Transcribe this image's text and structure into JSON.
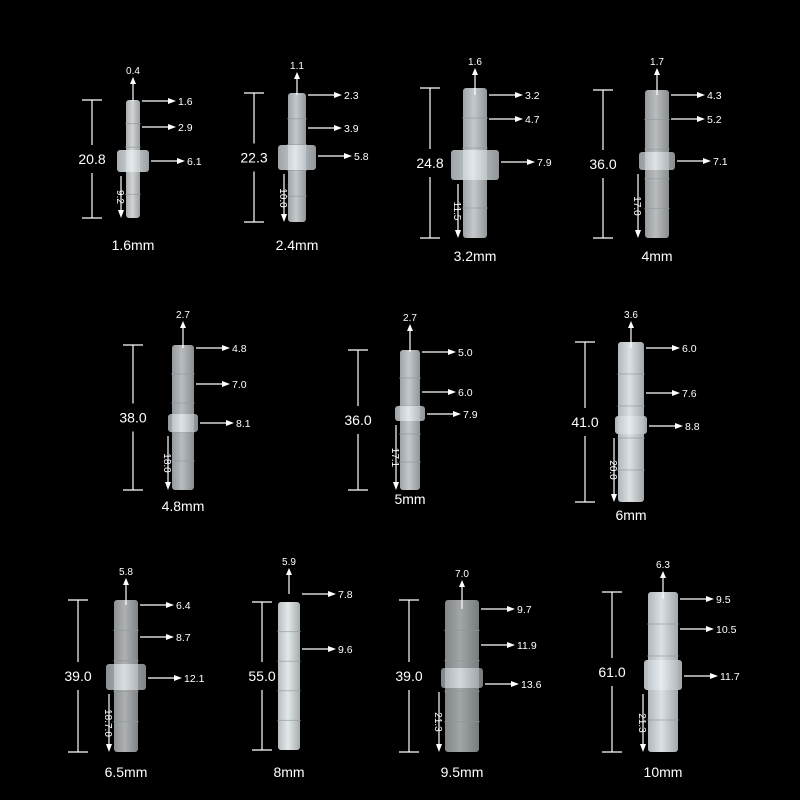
{
  "connectors": [
    {
      "size_label": "1.6mm",
      "total_length": "20.8",
      "half_length": "9.2",
      "tip": "0.4",
      "callouts": [
        "1.6",
        "2.9",
        "6.1"
      ]
    },
    {
      "size_label": "2.4mm",
      "total_length": "22.3",
      "half_length": "10.0",
      "tip": "1.1",
      "callouts": [
        "2.3",
        "3.9",
        "5.8"
      ]
    },
    {
      "size_label": "3.2mm",
      "total_length": "24.8",
      "half_length": "11.5",
      "tip": "1.6",
      "callouts": [
        "3.2",
        "4.7",
        "7.9"
      ]
    },
    {
      "size_label": "4mm",
      "total_length": "36.0",
      "half_length": "17.0",
      "tip": "1.7",
      "callouts": [
        "4.3",
        "5.2",
        "7.1"
      ]
    },
    {
      "size_label": "4.8mm",
      "total_length": "38.0",
      "half_length": "18.0",
      "tip": "2.7",
      "callouts": [
        "4.8",
        "7.0",
        "8.1"
      ]
    },
    {
      "size_label": "5mm",
      "total_length": "36.0",
      "half_length": "17.1",
      "tip": "2.7",
      "callouts": [
        "5.0",
        "6.0",
        "7.9"
      ]
    },
    {
      "size_label": "6mm",
      "total_length": "41.0",
      "half_length": "20.0",
      "tip": "3.6",
      "callouts": [
        "6.0",
        "7.6",
        "8.8"
      ]
    },
    {
      "size_label": "6.5mm",
      "total_length": "39.0",
      "half_length": "18.7.0",
      "tip": "5.8",
      "callouts": [
        "6.4",
        "8.7",
        "12.1"
      ]
    },
    {
      "size_label": "8mm",
      "total_length": "55.0",
      "half_length": "",
      "tip": "5.9",
      "callouts": [
        "7.8",
        "9.6"
      ]
    },
    {
      "size_label": "9.5mm",
      "total_length": "39.0",
      "half_length": "21.3",
      "tip": "7.0",
      "callouts": [
        "9.7",
        "11.9",
        "13.6"
      ]
    },
    {
      "size_label": "10mm",
      "total_length": "61.0",
      "half_length": "21.3",
      "tip": "6.3",
      "callouts": [
        "9.5",
        "10.5",
        "11.7"
      ]
    }
  ],
  "colors": {
    "background": "#000000",
    "part": "#e8ecef",
    "annotation": "#ffffff"
  }
}
